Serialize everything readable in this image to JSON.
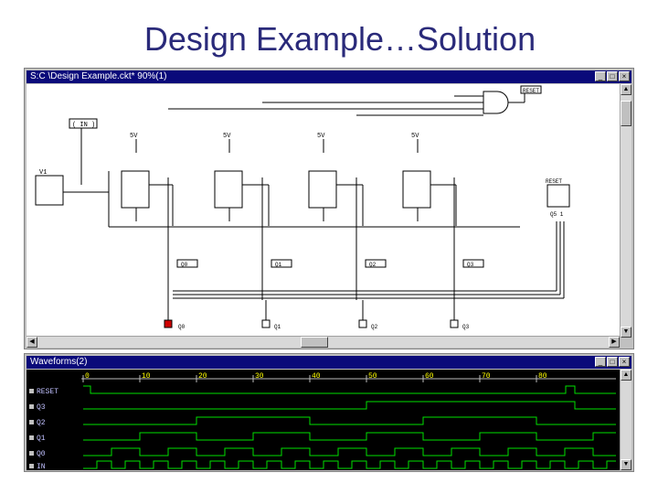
{
  "slide": {
    "title": "Design Example…Solution"
  },
  "schematic_window": {
    "title": "S:C   \\Design Example.ckt* 90%(1)",
    "input_label": "( IN )",
    "gen_label": "V1",
    "five_v_labels": [
      "5V",
      "5V",
      "5V",
      "5V"
    ],
    "reset_label": "RESET",
    "reset_block_label": "RESET",
    "reset_out_label": "Q5 1",
    "q_labels": [
      "Q0",
      "Q1",
      "Q2",
      "Q3"
    ],
    "probe_labels": [
      "Q0",
      "Q1",
      "Q2",
      "Q3"
    ]
  },
  "waveform_window": {
    "title": "Waveforms(2)",
    "ticks": [
      "0",
      "10",
      "20",
      "30",
      "40",
      "50",
      "60",
      "70",
      "80"
    ],
    "signals": [
      "RESET",
      "Q3",
      "Q2",
      "Q1",
      "Q0",
      "IN"
    ]
  }
}
